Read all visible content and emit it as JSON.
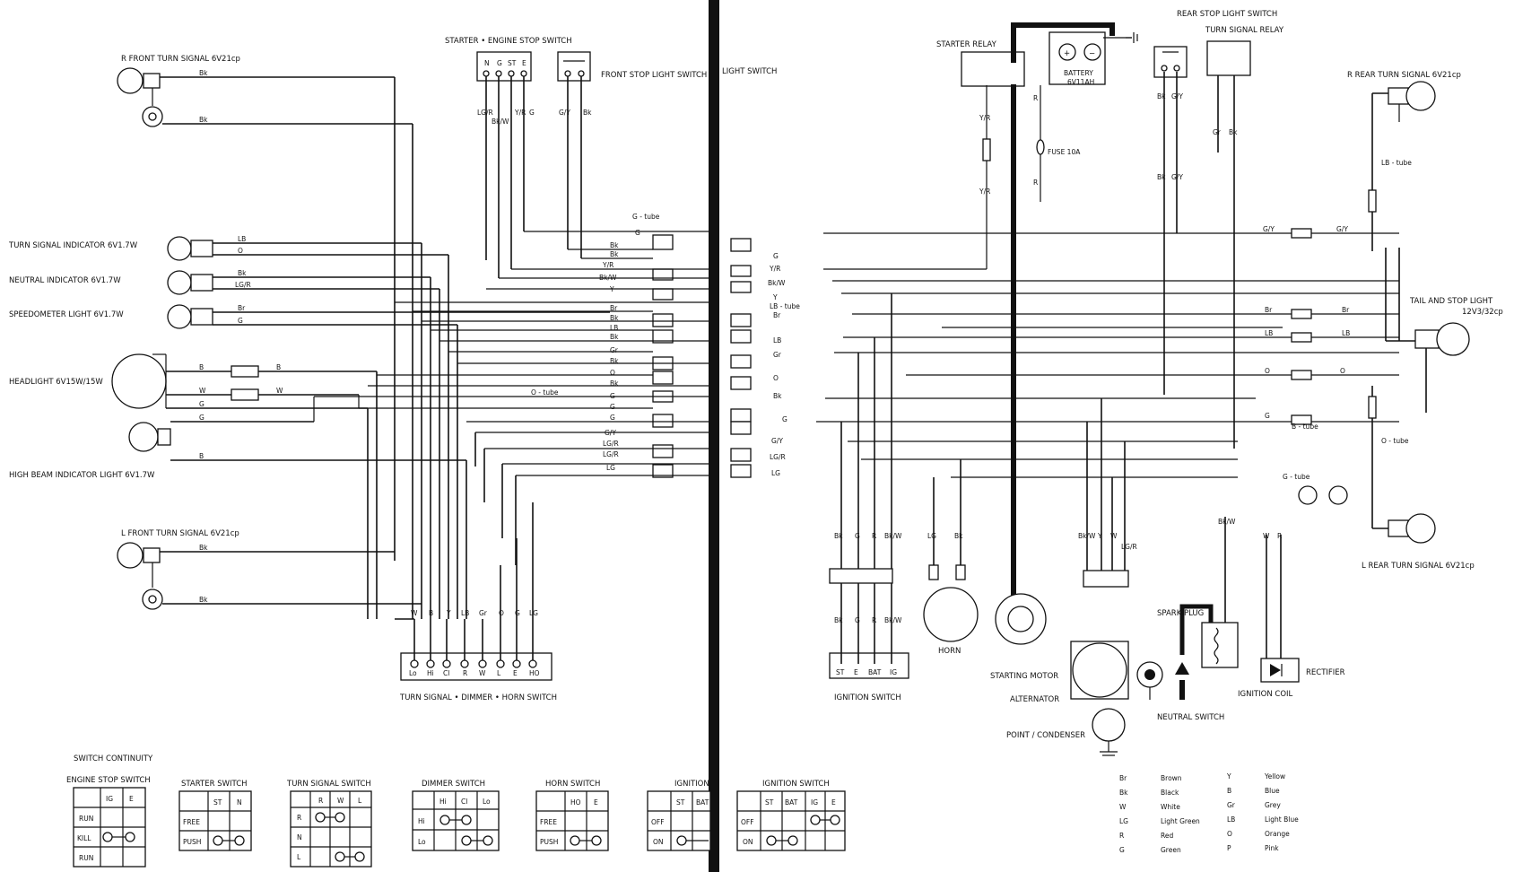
{
  "components": {
    "r_front_turn": "R  FRONT  TURN  SIGNAL  6V21cp",
    "turn_ind": "TURN  SIGNAL  INDICATOR  6V1.7W",
    "neutral_ind": "NEUTRAL  INDICATOR  6V1.7W",
    "speedo": "SPEEDOMETER  LIGHT  6V1.7W",
    "headlight": "HEADLIGHT  6V15W/15W",
    "high_beam": "HIGH  BEAM  INDICATOR  LIGHT  6V1.7W",
    "l_front_turn": "L  FRONT  TURN  SIGNAL  6V21cp",
    "starter_engine_stop": "STARTER • ENGINE  STOP  SWITCH",
    "front_stop": "FRONT  STOP  LIGHT  SWITCH",
    "light_switch": "LIGHT  SWITCH",
    "turn_dimmer_horn": "TURN  SIGNAL • DIMMER • HORN  SWITCH",
    "starter_relay": "STARTER  RELAY",
    "battery": "BATTERY",
    "battery_spec": "6V11AH",
    "rear_stop": "REAR  STOP  LIGHT  SWITCH",
    "turn_relay": "TURN  SIGNAL  RELAY",
    "r_rear_turn": "R  REAR  TURN  SIGNAL  6V21cp",
    "fuse": "FUSE 10A",
    "tail_stop": "TAIL  AND  STOP  LIGHT",
    "tail_spec": "12V3/32cp",
    "l_rear_turn": "L  REAR  TURN  SIGNAL  6V21cp",
    "ignition_switch": "IGNITION  SWITCH",
    "horn": "HORN",
    "starting_motor": "STARTING  MOTOR",
    "alternator": "ALTERNATOR",
    "point_condenser": "POINT / CONDENSER",
    "neutral_switch": "NEUTRAL  SWITCH",
    "spark_plug": "SPARK  PLUG",
    "ignition_coil": "IGNITION  COIL",
    "rectifier": "RECTIFIER",
    "g_tube": "G - tube",
    "o_tube": "O - tube",
    "lb_tube": "LB - tube",
    "b_tube": "B - tube"
  },
  "continuity": {
    "title": "SWITCH  CONTINUITY",
    "tables": [
      {
        "title": "ENGINE  STOP  SWITCH",
        "cols": [
          "IG",
          "E"
        ],
        "rows": [
          "RUN",
          "KILL",
          "RUN"
        ]
      },
      {
        "title": "STARTER  SWITCH",
        "cols": [
          "ST",
          "N"
        ],
        "rows": [
          "FREE",
          "PUSH"
        ]
      },
      {
        "title": "TURN  SIGNAL  SWITCH",
        "cols": [
          "R",
          "W",
          "L"
        ],
        "rows": [
          "R",
          "N",
          "L"
        ]
      },
      {
        "title": "DIMMER  SWITCH",
        "cols": [
          "Hi",
          "Cl",
          "Lo"
        ],
        "rows": [
          "Hi",
          "Lo"
        ]
      },
      {
        "title": "HORN  SWITCH",
        "cols": [
          "HO",
          "E"
        ],
        "rows": [
          "FREE",
          "PUSH"
        ]
      },
      {
        "title": "IGNITION",
        "cols": [
          "ST",
          "BAT"
        ],
        "rows": [
          "OFF",
          "ON"
        ]
      },
      {
        "title": "IGNITION  SWITCH",
        "cols": [
          "ST",
          "BAT",
          "IG",
          "E"
        ],
        "rows": [
          "OFF",
          "ON"
        ]
      }
    ]
  },
  "legend": [
    [
      "Br",
      "Brown",
      "Y",
      "Yellow"
    ],
    [
      "Bk",
      "Black",
      "B",
      "Blue"
    ],
    [
      "W",
      "White",
      "Gr",
      "Grey"
    ],
    [
      "LG",
      "Light  Green",
      "LB",
      "Light  Blue"
    ],
    [
      "R",
      "Red",
      "O",
      "Orange"
    ],
    [
      "G",
      "Green",
      "P",
      "Pink"
    ]
  ],
  "wire_labels": {
    "stop_sw": [
      "N",
      "G",
      "ST",
      "E"
    ],
    "stop_sw_wires": [
      "LG/R",
      "Bk/W",
      "Y/R",
      "G"
    ],
    "front_stop_wires": [
      "G/Y",
      "Bk"
    ],
    "left_conn": [
      "G",
      "Bk",
      "Bk",
      "Y/R",
      "Bk/W",
      "Y",
      "Br",
      "Bk",
      "LB",
      "Bk",
      "Gr",
      "Bk",
      "O",
      "Bk",
      "G",
      "G",
      "G",
      "G/Y",
      "LG/R",
      "LG"
    ],
    "right_conn": [
      "G",
      "Y/R",
      "Bk/W",
      "Y",
      "Br",
      "LB",
      "Gr",
      "O",
      "Bk",
      "G",
      "G/Y",
      "LG/R",
      "LG"
    ],
    "bottom_switch": [
      "W",
      "B",
      "Y",
      "LB",
      "Gr",
      "O",
      "G",
      "LG"
    ],
    "bottom_terms": [
      "Lo",
      "Hi",
      "Cl",
      "R",
      "W",
      "L",
      "E",
      "HO"
    ],
    "ign_wires": [
      "Bk",
      "G",
      "R",
      "Bk/W"
    ],
    "ign_terms": [
      "ST",
      "E",
      "BAT",
      "IG"
    ],
    "right_harness": [
      "G/Y",
      "Br",
      "LB",
      "O",
      "G"
    ]
  }
}
